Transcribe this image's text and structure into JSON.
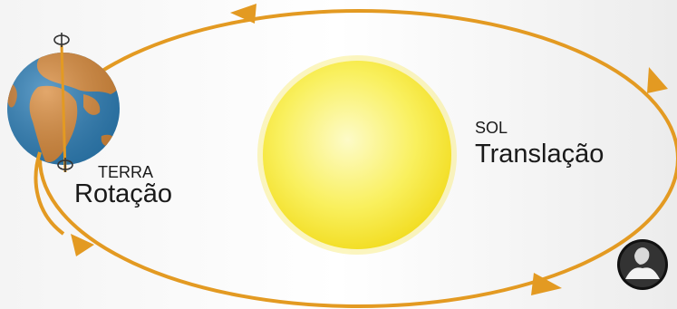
{
  "labels": {
    "earth_name": "TERRA",
    "earth_motion": "Rotação",
    "sun_name": "SOL",
    "sun_motion": "Translação"
  },
  "colors": {
    "orbit": "#e39a22",
    "sun_core": "#fbf7a8",
    "sun_edge": "#f4e12a",
    "ocean": "#2d7fb8",
    "land": "#d98a3a"
  },
  "icons": [
    "rotation-arrow-icon",
    "orbit-direction-arrow-icon",
    "logo-icon"
  ]
}
